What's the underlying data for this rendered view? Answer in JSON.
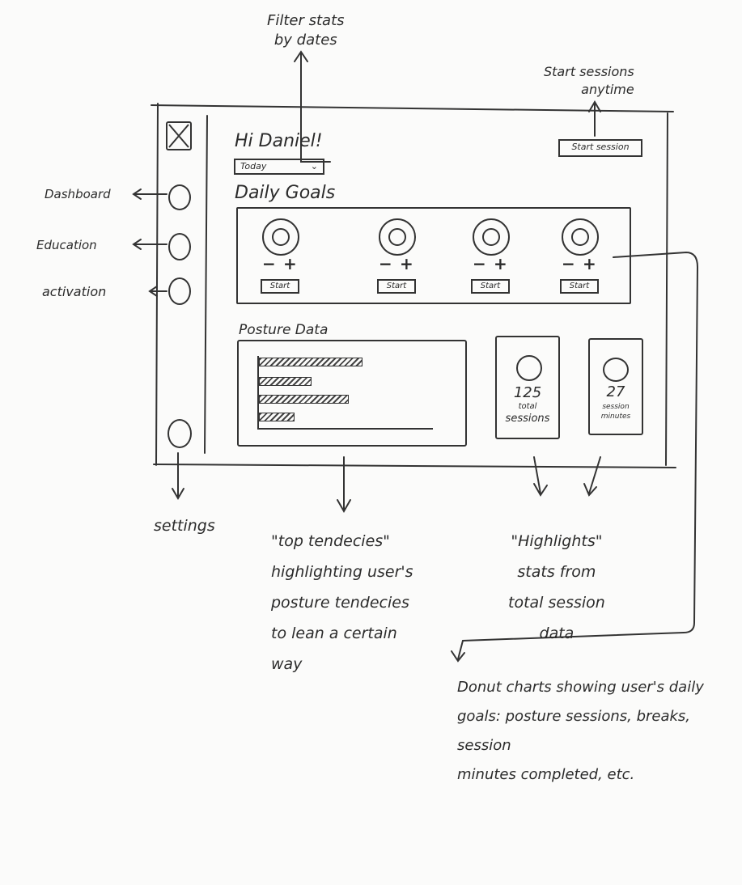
{
  "annotations": {
    "filter": [
      "Filter stats",
      "by dates"
    ],
    "start_sessions": [
      "Start sessions",
      "anytime"
    ],
    "nav_dashboard": "Dashboard",
    "nav_education": "Education",
    "nav_activation": "activation",
    "settings": "settings",
    "tendencies": [
      "\"top tendecies\"",
      "highlighting user's",
      "posture tendecies",
      "to lean a certain",
      "way"
    ],
    "highlights": [
      "\"Highlights\"",
      "stats from",
      "total session",
      "data"
    ],
    "donuts": [
      "Donut charts showing user's daily",
      "goals: posture sessions, breaks, session",
      "minutes completed, etc."
    ]
  },
  "header": {
    "greeting": "Hi Daniel!",
    "date_filter": "Today",
    "start_session": "Start session"
  },
  "daily_goals": {
    "title": "Daily Goals",
    "goals": [
      {
        "minus": "−",
        "plus": "+",
        "start": "Start"
      },
      {
        "minus": "−",
        "plus": "+",
        "start": "Start"
      },
      {
        "minus": "−",
        "plus": "+",
        "start": "Start"
      },
      {
        "minus": "−",
        "plus": "+",
        "start": "Start"
      }
    ]
  },
  "posture_data": {
    "title": "Posture Data",
    "bars": [
      0.9,
      0.45,
      0.78,
      0.3
    ]
  },
  "highlights": [
    {
      "value": "125",
      "label_1": "total",
      "label_2": "sessions"
    },
    {
      "value": "27",
      "label_1": "session",
      "label_2": "minutes"
    }
  ]
}
